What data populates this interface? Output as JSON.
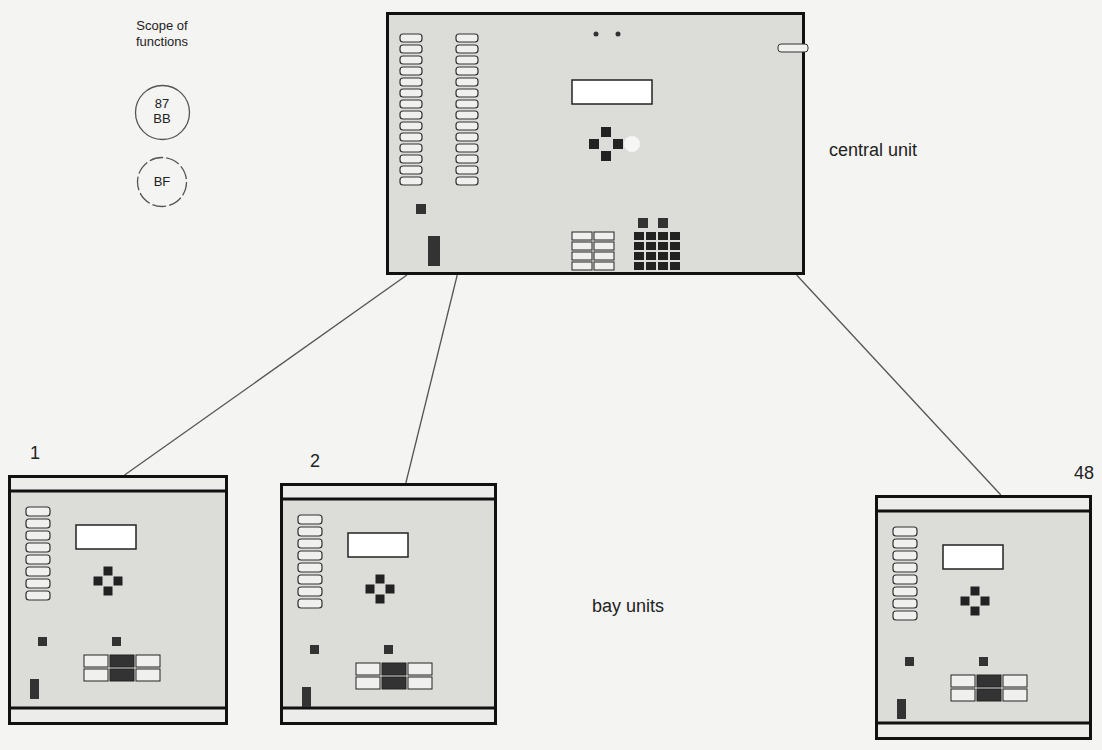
{
  "diagram": {
    "nodes": [
      {
        "text": [
          "87 BB"
        ]
      },
      {
        "text": [
          "BF"
        ]
      },
      {
        "text": [
          "central unit"
        ]
      },
      {
        "text": [
          "1"
        ]
      },
      {
        "text": [
          "2"
        ]
      },
      {
        "text": [
          "48"
        ]
      }
    ],
    "edges": [
      {
        "from": 2,
        "to": 3,
        "arrow": "none"
      },
      {
        "from": 2,
        "to": 4,
        "arrow": "none"
      },
      {
        "from": 2,
        "to": 5,
        "arrow": "none"
      }
    ],
    "labels": [
      "Scope of functions",
      "bay units"
    ]
  }
}
